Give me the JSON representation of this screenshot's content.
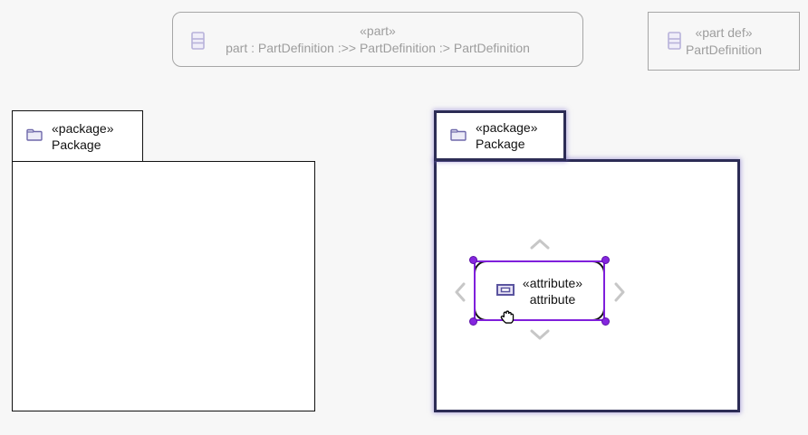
{
  "diagram": {
    "palette": {
      "part_usage": {
        "stereotype": "«part»",
        "label": "part : PartDefinition :>> PartDefinition :> PartDefinition",
        "icon": "part-icon"
      },
      "part_definition": {
        "stereotype": "«part def»",
        "label": "PartDefinition",
        "icon": "part-def-icon"
      }
    },
    "packages": [
      {
        "stereotype": "«package»",
        "name": "Package",
        "selected": false
      },
      {
        "stereotype": "«package»",
        "name": "Package",
        "selected": true
      }
    ],
    "attribute_node": {
      "stereotype": "«attribute»",
      "name": "attribute",
      "selected": true
    },
    "colors": {
      "canvas_background": "#f7f7f7",
      "ghost_border": "#a6a6a6",
      "ghost_text": "#9d9d9d",
      "package_border": "#111111",
      "selected_package_border": "#2c2c55",
      "selection_purple": "#7f1fdb",
      "handle_fill": "#8526df",
      "chevron_gray": "#c7c7c7",
      "icon_lavender_stroke": "#6e68aa",
      "icon_lavender_fill": "#ecebf7"
    }
  }
}
